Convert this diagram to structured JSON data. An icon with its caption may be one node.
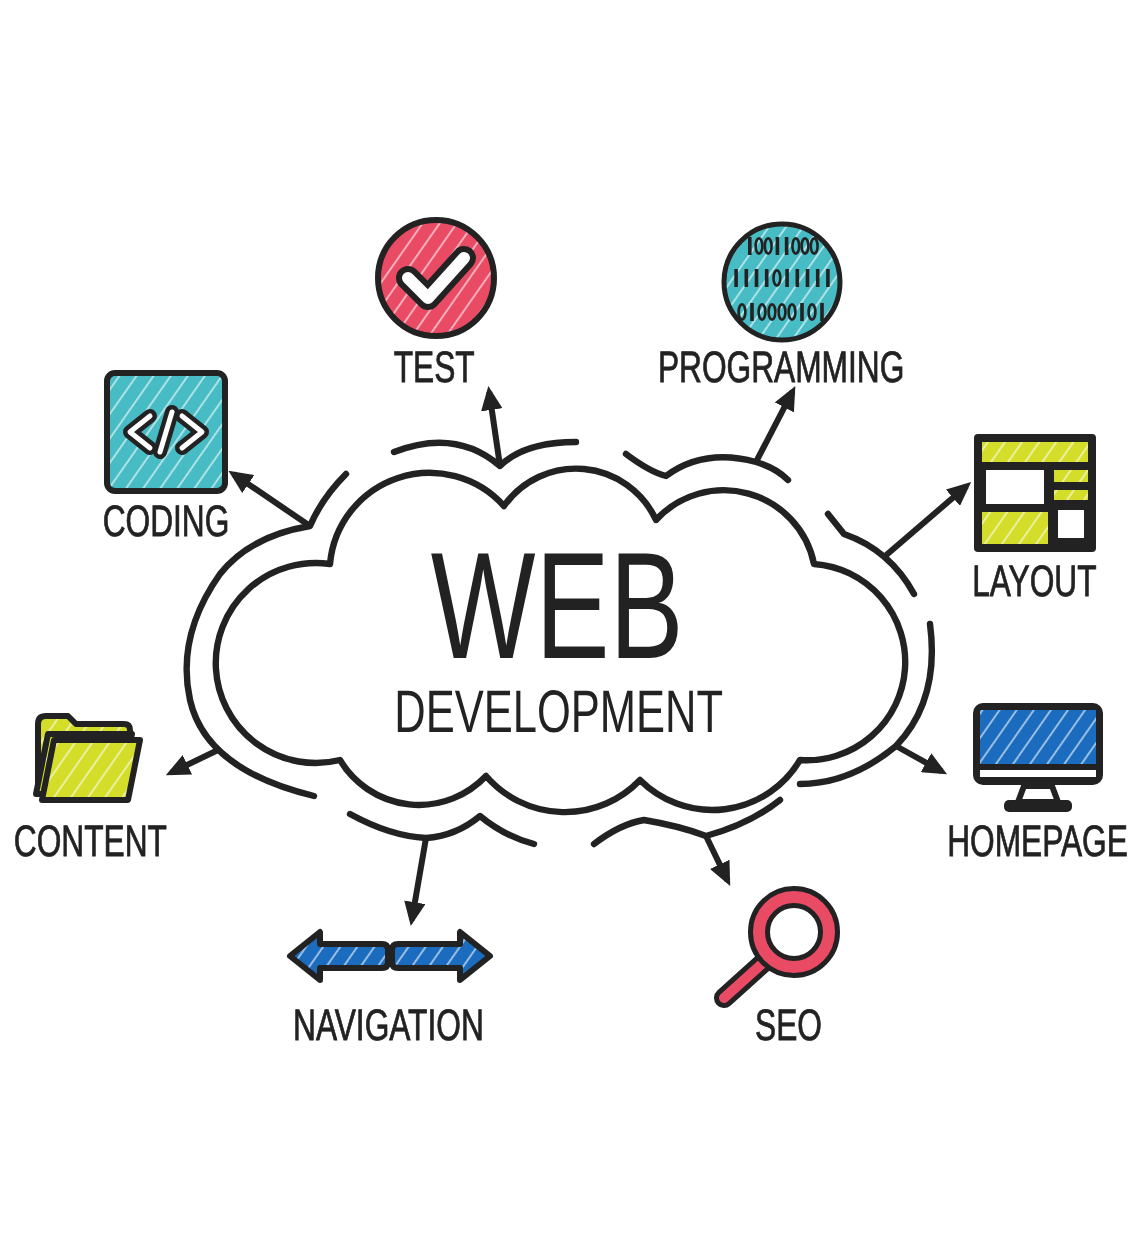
{
  "diagram": {
    "nodes": [
      {
        "text": [
          "WEB",
          "DEVELOPMENT"
        ]
      },
      {
        "text": [
          "TEST"
        ]
      },
      {
        "text": [
          "PROGRAMMING"
        ]
      },
      {
        "text": [
          "CODING"
        ]
      },
      {
        "text": [
          "LAYOUT"
        ]
      },
      {
        "text": [
          "CONTENT"
        ]
      },
      {
        "text": [
          "HOMEPAGE"
        ]
      },
      {
        "text": [
          "NAVIGATION"
        ]
      },
      {
        "text": [
          "SEO"
        ]
      }
    ],
    "edges": [
      {
        "from": 0,
        "to": 1,
        "arrow": "to"
      },
      {
        "from": 0,
        "to": 2,
        "arrow": "to"
      },
      {
        "from": 0,
        "to": 3,
        "arrow": "to"
      },
      {
        "from": 0,
        "to": 4,
        "arrow": "to"
      },
      {
        "from": 0,
        "to": 5,
        "arrow": "to"
      },
      {
        "from": 0,
        "to": 6,
        "arrow": "to"
      },
      {
        "from": 0,
        "to": 7,
        "arrow": "to"
      },
      {
        "from": 0,
        "to": 8,
        "arrow": "to"
      }
    ]
  }
}
